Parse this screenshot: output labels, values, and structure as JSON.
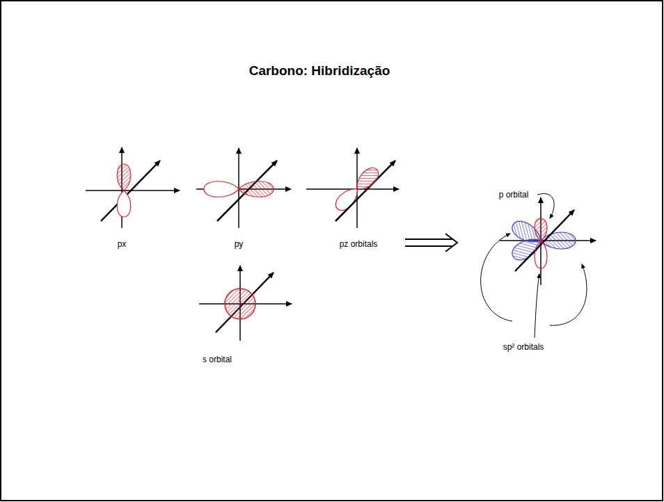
{
  "diagram": {
    "title": "Carbono: Hibridização",
    "labels": [
      "px",
      "py",
      "pz orbitals",
      "s orbital",
      "p orbital",
      "sp² orbitals"
    ]
  }
}
